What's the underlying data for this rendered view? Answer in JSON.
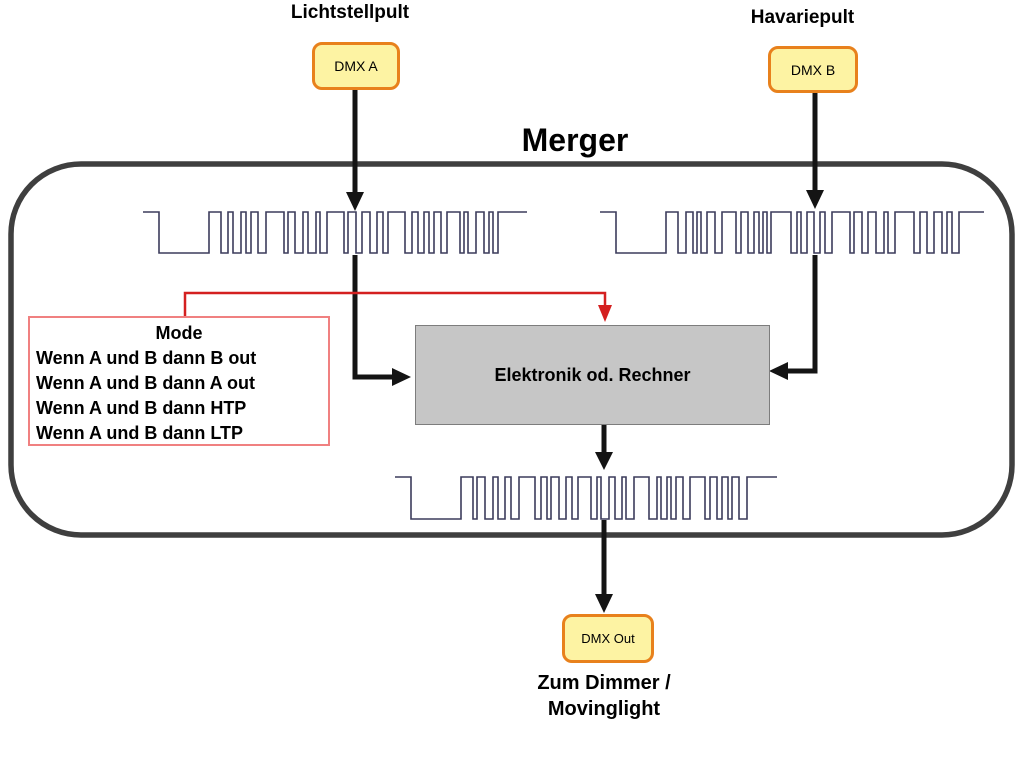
{
  "diagram": {
    "title": "Merger",
    "sources": {
      "left": {
        "label": "Lichtstellpult",
        "node": "DMX A"
      },
      "right": {
        "label": "Havariepult",
        "node": "DMX B"
      }
    },
    "processor": "Elektronik od. Rechner",
    "mode": {
      "title": "Mode",
      "lines": [
        "Wenn A und B dann B out",
        "Wenn A und B dann A out",
        "Wenn A und B dann HTP",
        "Wenn A und B dann LTP"
      ]
    },
    "output": {
      "node": "DMX Out",
      "label_line1": "Zum Dimmer /",
      "label_line2": "Movinglight"
    }
  },
  "colors": {
    "merger_border": "#3f3f3f",
    "waveform": "#3c3c5c",
    "arrow": "#141414",
    "mode_arrow_red": "#d42020",
    "dmx_box_fill": "#fdf3a3",
    "dmx_box_border": "#e8811c",
    "processor_fill": "#c6c6c6",
    "mode_box_border": "#f08080"
  }
}
